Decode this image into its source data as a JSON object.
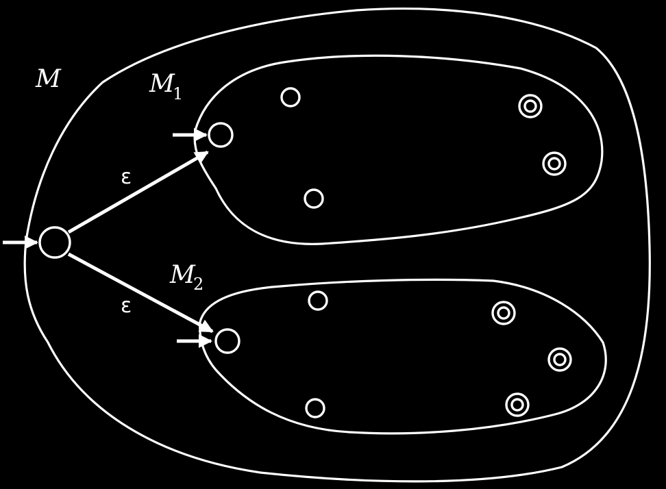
{
  "labels": {
    "outer_machine": "M",
    "machine_one": "M",
    "machine_one_sub": "1",
    "machine_two": "M",
    "machine_two_sub": "2",
    "epsilon_top": "ε",
    "epsilon_bottom": "ε"
  },
  "colors": {
    "background": "#000000",
    "stroke": "#ffffff"
  },
  "states": {
    "outer_start": {
      "role": "start",
      "accepting": false
    },
    "m1": [
      {
        "role": "start",
        "accepting": false
      },
      {
        "role": "internal",
        "accepting": false
      },
      {
        "role": "internal",
        "accepting": false
      },
      {
        "role": "accepting",
        "accepting": true
      },
      {
        "role": "accepting",
        "accepting": true
      }
    ],
    "m2": [
      {
        "role": "start",
        "accepting": false
      },
      {
        "role": "internal",
        "accepting": false
      },
      {
        "role": "internal",
        "accepting": false
      },
      {
        "role": "accepting",
        "accepting": true
      },
      {
        "role": "accepting",
        "accepting": true
      },
      {
        "role": "accepting",
        "accepting": true
      }
    ]
  },
  "transitions": [
    {
      "from": "outer_start",
      "to": "m1_start",
      "label_ref": "epsilon_top"
    },
    {
      "from": "outer_start",
      "to": "m2_start",
      "label_ref": "epsilon_bottom"
    }
  ]
}
